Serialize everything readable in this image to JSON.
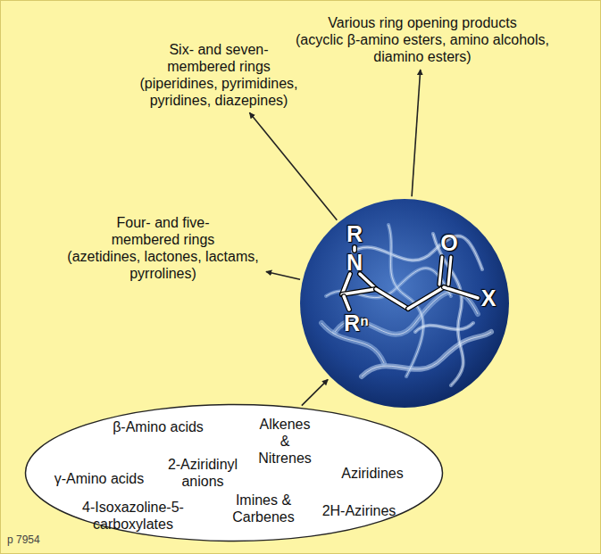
{
  "diagram": {
    "nodes": [
      {
        "text": [
          "Various ring opening products",
          "(acyclic β-amino esters, amino alcohols, diamino esters)"
        ]
      },
      {
        "text": [
          "Six- and seven-membered rings",
          "(piperidines, pyrimidines, pyridines, diazepines)"
        ]
      },
      {
        "text": [
          "Four- and five-membered rings",
          "(azetidines, lactones, lactams, pyrrolines)"
        ]
      },
      {
        "text": [
          "R",
          "N",
          "Rⁿ",
          "O",
          "X"
        ]
      },
      {
        "text": [
          "β-Amino acids",
          "Alkenes & Nitrenes",
          "γ-Amino acids",
          "2-Aziridinyl anions",
          "Aziridines",
          "4-Isoxazoline-5-carboxylates",
          "Imines & Carbenes",
          "2H-Azirines"
        ]
      }
    ],
    "edges": [
      {
        "from": 3,
        "to": 0,
        "arrow": "to"
      },
      {
        "from": 3,
        "to": 1,
        "arrow": "to"
      },
      {
        "from": 3,
        "to": 2,
        "arrow": "to"
      },
      {
        "from": 4,
        "to": 3,
        "arrow": "to"
      }
    ],
    "labels": [
      "p 7954"
    ]
  }
}
